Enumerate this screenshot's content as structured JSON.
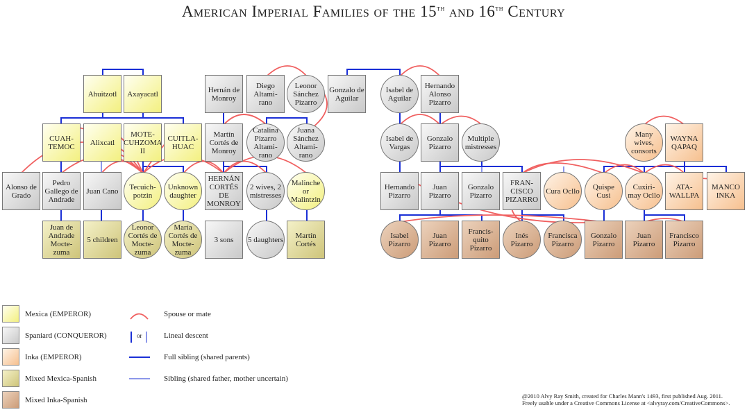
{
  "title": {
    "main": "American Imperial Families",
    "of_the": "of the 15",
    "th1": "th",
    "and": " and 16",
    "th2": "th",
    "century": " Century"
  },
  "nodes": {
    "ahuitzotl": "Ahuitzotl",
    "axayacatl": "Axayacatl",
    "cuahtemoc": "CUAH- TEMOC",
    "alixcatl": "Alixcatl",
    "motecuhzoma": "MOTE- CUHZOMA II",
    "cuitlahuac": "CUITLA- HUAC",
    "alonso_grado": "Alonso de Grado",
    "pedro_gallego": "Pedro Gallego de Andrade",
    "juan_cano": "Juan Cano",
    "tecuichpotzin": "Tecuich- potzin",
    "unknown_daughter": "Unknown daughter",
    "juan_andrade": "Juan de Andrade Mocte- zuma",
    "five_children": "5 children",
    "leonor_cortes": "Leonor Cortés de Mocte- zuma",
    "maria_cortes": "María Cortés de Mocte- zuma",
    "hernan_monroy": "Hernán de Monroy",
    "diego_altamirano": "Diego Altami- rano",
    "leonor_sanchez": "Leonor Sánchez Pizarro",
    "gonzalo_aguilar": "Gonzalo de Aguilar",
    "martin_cortes_monroy": "Martín Cortés de Monroy",
    "catalina_pizarro": "Catalina Pizarro Altami- rano",
    "juana_sanchez": "Juana Sánchez Altami- rano",
    "hernan_cortes": "HERNÁN CORTÉS DE MONROY",
    "two_wives": "2 wives, 2 mistresses",
    "malinche": "Malinche or Malintzin",
    "three_sons": "3 sons",
    "five_daughters": "5 daughters",
    "martin_cortes": "Martín Cortés",
    "isabel_aguilar": "Isabel de Aguilar",
    "hernando_alonso": "Hernando Alonso Pizarro",
    "isabel_vargas": "Isabel de Vargas",
    "gonzalo_pizarro_sr": "Gonzalo Pizarro",
    "multiple_mistresses": "Multiple mistresses",
    "many_wives": "Many wives, consorts",
    "wayna_qapaq": "WAYNA QAPAQ",
    "hernando_pizarro": "Hernando Pizarro",
    "juan_pizarro": "Juan Pizarro",
    "gonzalo_pizarro": "Gonzalo Pizarro",
    "francisco_pizarro": "FRAN- CISCO PIZARRO",
    "cura_ocllo": "Cura Ocllo",
    "quispe_cusi": "Quispe Cusi",
    "cuxirimay": "Cuxiri- may Ocllo",
    "atawallpa": "ATA- WALLPA",
    "manco_inka": "MANCO INKA",
    "isabel_pizarro": "Isabel Pizarro",
    "juan_pizarro2": "Juan Pizarro",
    "francisquito": "Francis- quito Pizarro",
    "ines_pizarro": "Inés Pizarro",
    "francisca_pizarro": "Francisca Pizarro",
    "gonzalo_pizarro2": "Gonzalo Pizarro",
    "juan_pizarro3": "Juan Pizarro",
    "francisco_pizarro2": "Francisco Pizarro"
  },
  "legend": {
    "mexica": "Mexica (EMPEROR)",
    "spaniard": "Spaniard (CONQUEROR)",
    "inka": "Inka (EMPEROR)",
    "mixmex": "Mixed Mexica-Spanish",
    "mixinka": "Mixed Inka-Spanish",
    "spouse": "Spouse or mate",
    "or": "or",
    "lineal": "Lineal descent",
    "full": "Full sibling (shared parents)",
    "half": "Sibling (shared father, mother uncertain)"
  },
  "credit": {
    "line1": "@2010 Alvy Ray Smith, created for Charles Mann's 1493, first published Aug. 2011.",
    "line2": "Freely usable under a Creative Commons License at <alvyray.com/CreativeCommons>."
  },
  "colors": {
    "spouse": "#f06060",
    "lineal": "#1a2fd6",
    "mexica": "#f3f080",
    "spaniard": "#c9c9c9",
    "inka": "#f6c08f",
    "mixmex": "#cec47a",
    "mixinka": "#cc9c78"
  }
}
